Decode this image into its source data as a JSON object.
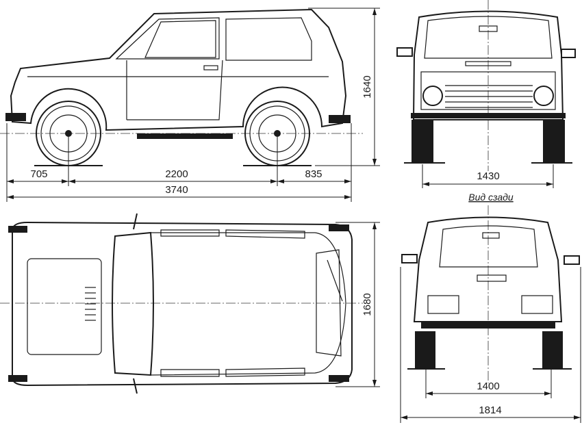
{
  "drawing": {
    "side_view": {
      "front_overhang": "705",
      "wheelbase": "2200",
      "rear_overhang": "835",
      "overall_length": "3740",
      "height": "1640"
    },
    "front_view": {
      "track_front": "1430"
    },
    "rear_view": {
      "caption": "Вид сзади",
      "track_rear": "1400",
      "overall_width": "1814"
    },
    "top_view": {
      "width": "1680"
    }
  }
}
